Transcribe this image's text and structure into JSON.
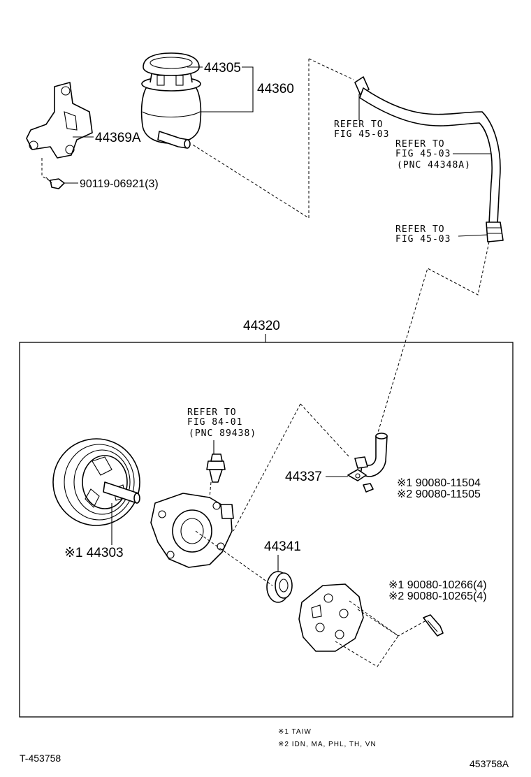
{
  "labels": {
    "p44305": "44305",
    "p44360": "44360",
    "p44369A": "44369A",
    "p90119": "90119-06921(3)",
    "refer1_l1": "REFER TO",
    "refer1_l2": "FIG 45-03",
    "refer2_l1": "REFER TO",
    "refer2_l2": "FIG 45-03",
    "refer2_l3": "(PNC 44348A)",
    "refer3_l1": "REFER TO",
    "refer3_l2": "FIG 45-03",
    "p44320": "44320",
    "refer4_l1": "REFER TO",
    "refer4_l2": "FIG 84-01",
    "refer4_l3": "(PNC 89438)",
    "p44337": "44337",
    "p90080_11504": "※1 90080-11504",
    "p90080_11505": "※2 90080-11505",
    "p44303": "※1 44303",
    "p44341": "44341",
    "p90080_10266": "※1 90080-10266(4)",
    "p90080_10265": "※2 90080-10265(4)"
  },
  "notes": {
    "n1": "※1 TAIW",
    "n2": "※2 IDN, MA, PHL, TH, VN"
  },
  "footer": {
    "left_code": "T-453758",
    "right_code": "453758A"
  }
}
